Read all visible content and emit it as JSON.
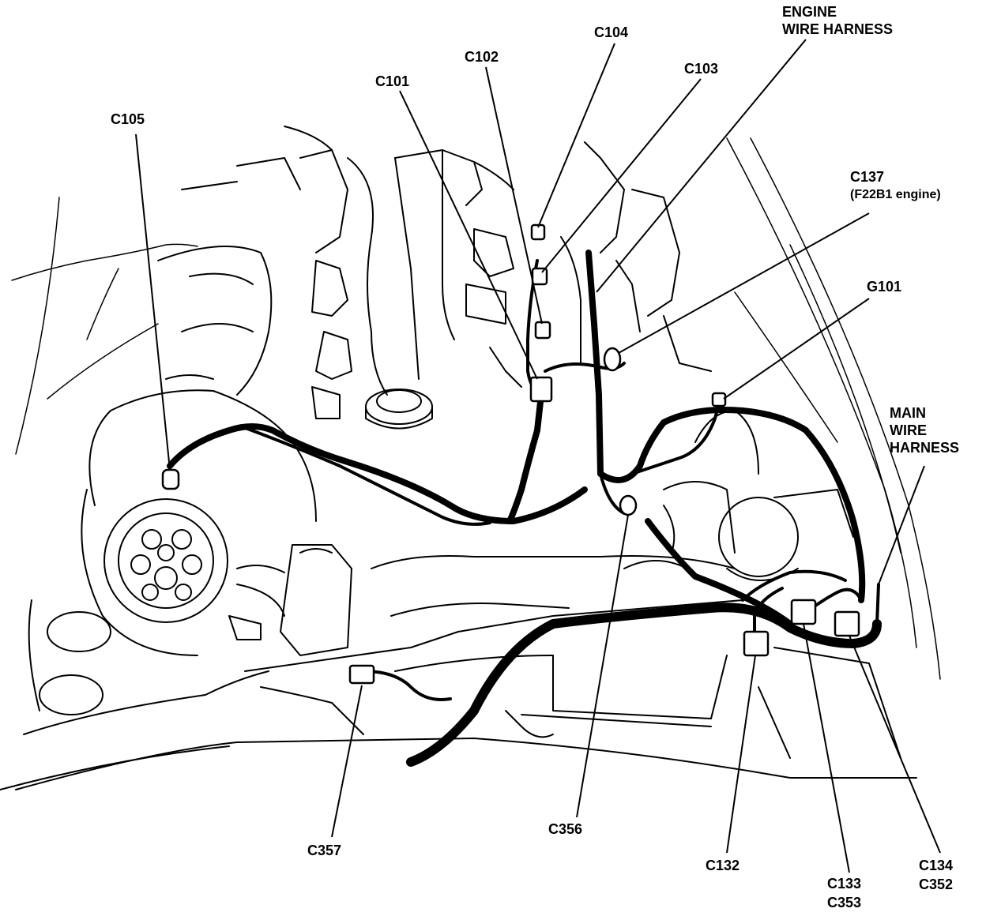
{
  "labels": {
    "engine_wire_harness": "ENGINE\nWIRE HARNESS",
    "c104": "C104",
    "c102": "C102",
    "c103": "C103",
    "c101": "C101",
    "c105": "C105",
    "c137": "C137",
    "c137_note": "(F22B1 engine)",
    "g101": "G101",
    "main_wire_harness": "MAIN\nWIRE\nHARNESS",
    "c357": "C357",
    "c356": "C356",
    "c132": "C132",
    "c133": "C133",
    "c353": "C353",
    "c134": "C134",
    "c352": "C352"
  }
}
